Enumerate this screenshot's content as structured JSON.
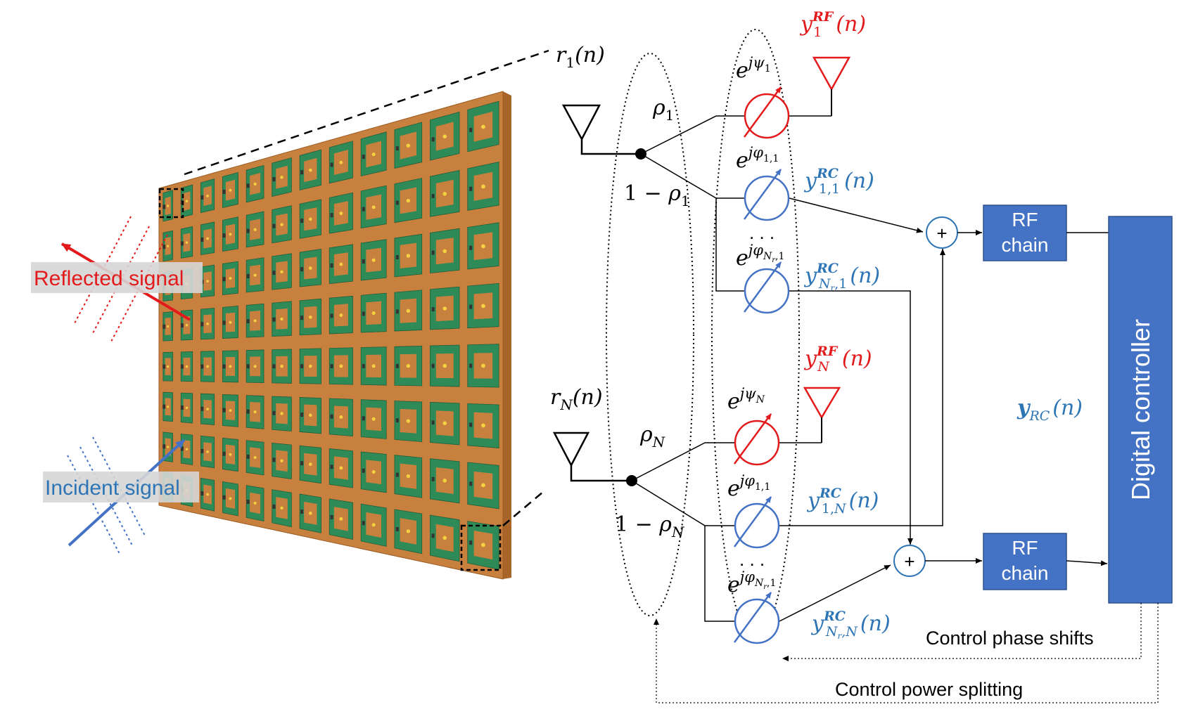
{
  "colors": {
    "ris_panel": "#c8803e",
    "ris_panel_side": "#a8652a",
    "ris_element": "#2e8b57",
    "ris_element_dot": "#f5d142",
    "rf_color": "#e31a1c",
    "rc_color": "#2e75b6",
    "block_fill": "#4472c4",
    "line": "#000000"
  },
  "labels": {
    "reflected_signal": "Reflected signal",
    "incident_signal": "Incident signal",
    "control_phase_shifts": "Control phase shifts",
    "control_power_splitting": "Control power splitting",
    "rf_chain_line1": "RF",
    "rf_chain_line2": "chain",
    "digital_controller": "Digital controller",
    "plus": "+",
    "dots": ". . ."
  },
  "math": {
    "r1": "r₁(n)",
    "rN": "r_N(n)",
    "rho1": "ρ₁",
    "one_minus_rho1": "1 − ρ₁",
    "rhoN": "ρ_N",
    "one_minus_rhoN": "1 − ρ_N",
    "e_psi1": "e^{jψ₁}",
    "e_phi11_top": "e^{jφ₁,₁}",
    "e_phiNr1_top": "e^{jφ_{Nr},₁}",
    "e_psiN": "e^{jψ_N}",
    "e_phi11_bottom": "e^{jφ₁,₁}",
    "e_phiNr1_bottom": "e^{jφ_{Nr},₁}",
    "y1_rf": "y₁^{RF}(n)",
    "yN_rf": "y_N^{RF}(n)",
    "y11_rc": "y_{1,1}^{RC}(n)",
    "yNr1_rc": "y_{Nr,1}^{RC}(n)",
    "y1N_rc": "y_{1,N}^{RC}(n)",
    "yNrN_rc": "y_{Nr,N}^{RC}(n)",
    "y_rc_vec": "y_RC(n)"
  }
}
